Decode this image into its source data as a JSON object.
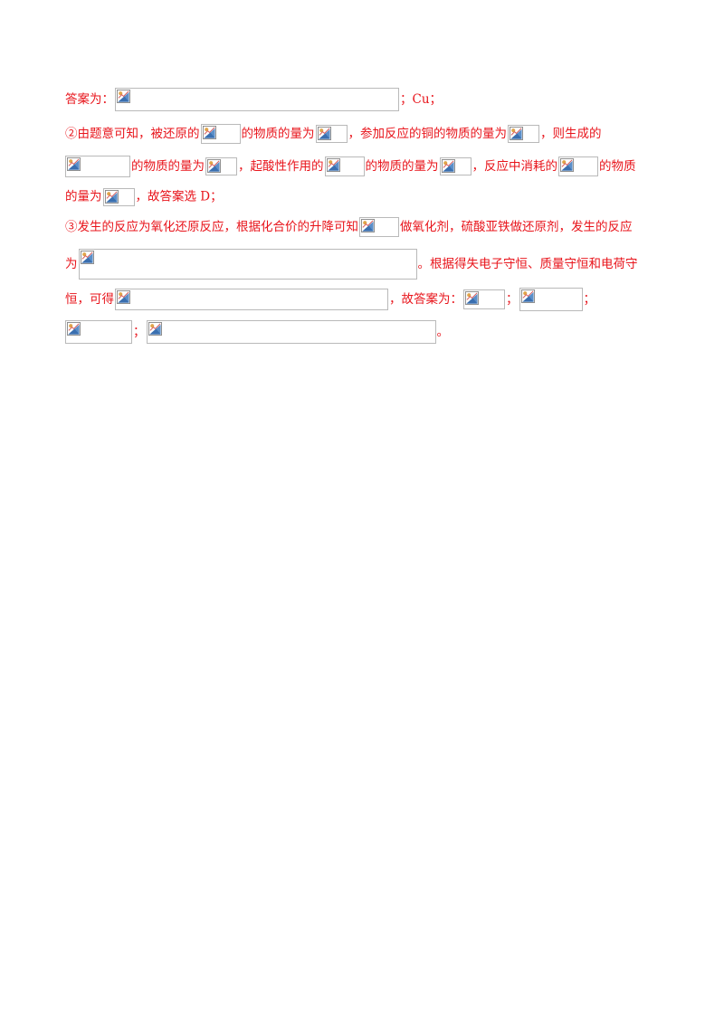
{
  "lines": [
    {
      "t1": "答案为：",
      "t2": "；Cu；"
    },
    {
      "t1": "②由题意可知，被还原的",
      "t2": "的物质的量为",
      "t3": "，参加反应的铜的物质的量为",
      "t4": "，则生成的"
    },
    {
      "t1": "的物质的量为",
      "t2": "，起酸性作用的",
      "t3": "的物质的量为",
      "t4": "，反应中消耗的",
      "t5": "的物质"
    },
    {
      "t1": "的量为",
      "t2": "，故答案选 D；"
    },
    {
      "t1": "③发生的反应为氧化还原反应，根据化合价的升降可知",
      "t2": "做氧化剂，硫酸亚铁做还原剂，发生的反应"
    },
    {
      "t1": "为",
      "t2": "。根据得失电子守恒、质量守恒和电荷守"
    },
    {
      "t1": "恒，可得",
      "t2": "，故答案为：",
      "t3": "；",
      "t4": "；"
    },
    {
      "t1": "；",
      "t2": "。"
    }
  ],
  "image_icon": "broken-image-icon"
}
